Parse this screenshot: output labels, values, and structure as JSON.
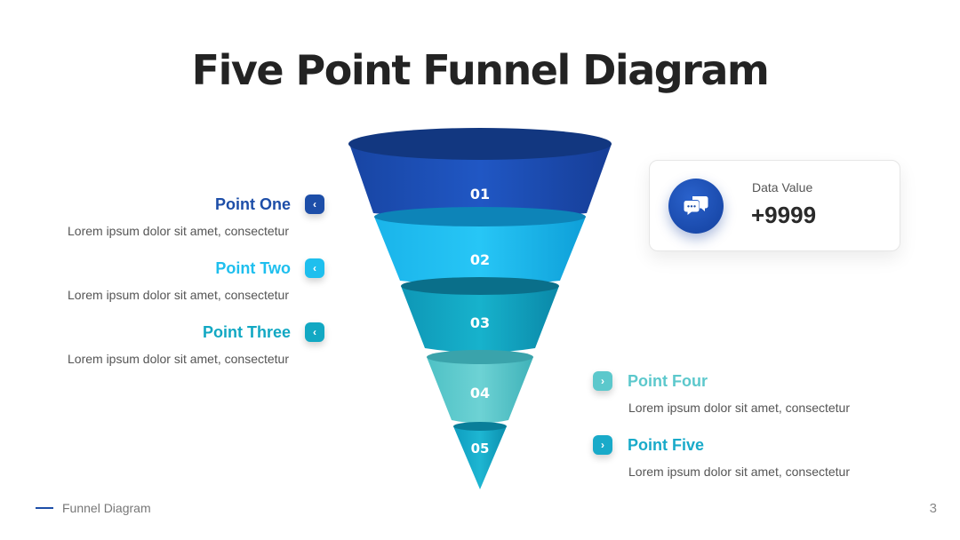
{
  "title": "Five Point Funnel Diagram",
  "colors": {
    "point_one": "#1d4ea8",
    "point_two": "#1ebfee",
    "point_three": "#12a8c3",
    "point_four": "#5cc8cc",
    "point_five": "#19aac9"
  },
  "points": [
    {
      "title": "Point One",
      "desc": "Lorem ipsum dolor sit amet, consectetur",
      "icon": "chevron-left-icon"
    },
    {
      "title": "Point Two",
      "desc": "Lorem ipsum dolor sit amet, consectetur",
      "icon": "chevron-left-icon"
    },
    {
      "title": "Point Three",
      "desc": "Lorem ipsum dolor sit amet, consectetur",
      "icon": "chevron-left-icon"
    },
    {
      "title": "Point Four",
      "desc": "Lorem ipsum dolor sit amet, consectetur",
      "icon": "chevron-right-icon"
    },
    {
      "title": "Point Five",
      "desc": "Lorem ipsum dolor sit amet, consectetur",
      "icon": "chevron-right-icon"
    }
  ],
  "funnel": {
    "stages": [
      {
        "label": "01"
      },
      {
        "label": "02"
      },
      {
        "label": "03"
      },
      {
        "label": "04"
      },
      {
        "label": "05"
      }
    ]
  },
  "card": {
    "label": "Data Value",
    "value": "+9999",
    "icon": "chat-bubbles-icon"
  },
  "footer": {
    "text": "Funnel Diagram",
    "page": "3"
  }
}
